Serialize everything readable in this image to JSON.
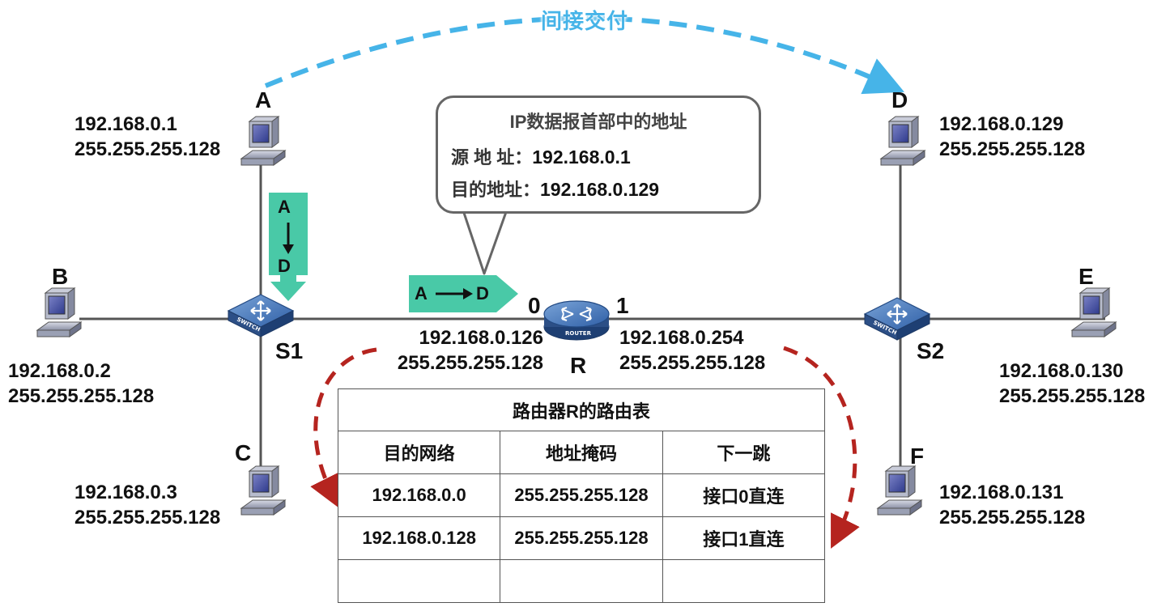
{
  "title": "间接交付",
  "hosts": {
    "A": {
      "label": "A",
      "ip": "192.168.0.1",
      "mask": "255.255.255.128"
    },
    "B": {
      "label": "B",
      "ip": "192.168.0.2",
      "mask": "255.255.255.128"
    },
    "C": {
      "label": "C",
      "ip": "192.168.0.3",
      "mask": "255.255.255.128"
    },
    "D": {
      "label": "D",
      "ip": "192.168.0.129",
      "mask": "255.255.255.128"
    },
    "E": {
      "label": "E",
      "ip": "192.168.0.130",
      "mask": "255.255.255.128"
    },
    "F": {
      "label": "F",
      "ip": "192.168.0.131",
      "mask": "255.255.255.128"
    }
  },
  "switches": {
    "S1": {
      "label": "S1",
      "icon_text": "SWITCH"
    },
    "S2": {
      "label": "S2",
      "icon_text": "SWITCH"
    }
  },
  "router": {
    "label": "R",
    "icon_text": "ROUTER",
    "ports": [
      {
        "label": "0",
        "ip": "192.168.0.126",
        "mask": "255.255.255.128"
      },
      {
        "label": "1",
        "ip": "192.168.0.254",
        "mask": "255.255.255.128"
      }
    ]
  },
  "callout": {
    "title": "IP数据报首部中的地址",
    "src_label": "源 地 址：",
    "src_value": "192.168.0.1",
    "dst_label": "目的地址：",
    "dst_value": "192.168.0.129"
  },
  "packet_tags": {
    "vertical": {
      "from": "A",
      "to": "D"
    },
    "horizontal": {
      "from": "A",
      "to": "D"
    }
  },
  "routing_table": {
    "caption": "路由器R的路由表",
    "headers": [
      "目的网络",
      "地址掩码",
      "下一跳"
    ],
    "rows": [
      [
        "192.168.0.0",
        "255.255.255.128",
        "接口0直连"
      ],
      [
        "192.168.0.128",
        "255.255.255.128",
        "接口1直连"
      ],
      [
        "",
        "",
        ""
      ]
    ]
  },
  "colors": {
    "indirect_arrow": "#46b4e8",
    "lookup_arrow": "#b5241f",
    "packet_tag": "#49c9a7",
    "line": "#555555"
  }
}
